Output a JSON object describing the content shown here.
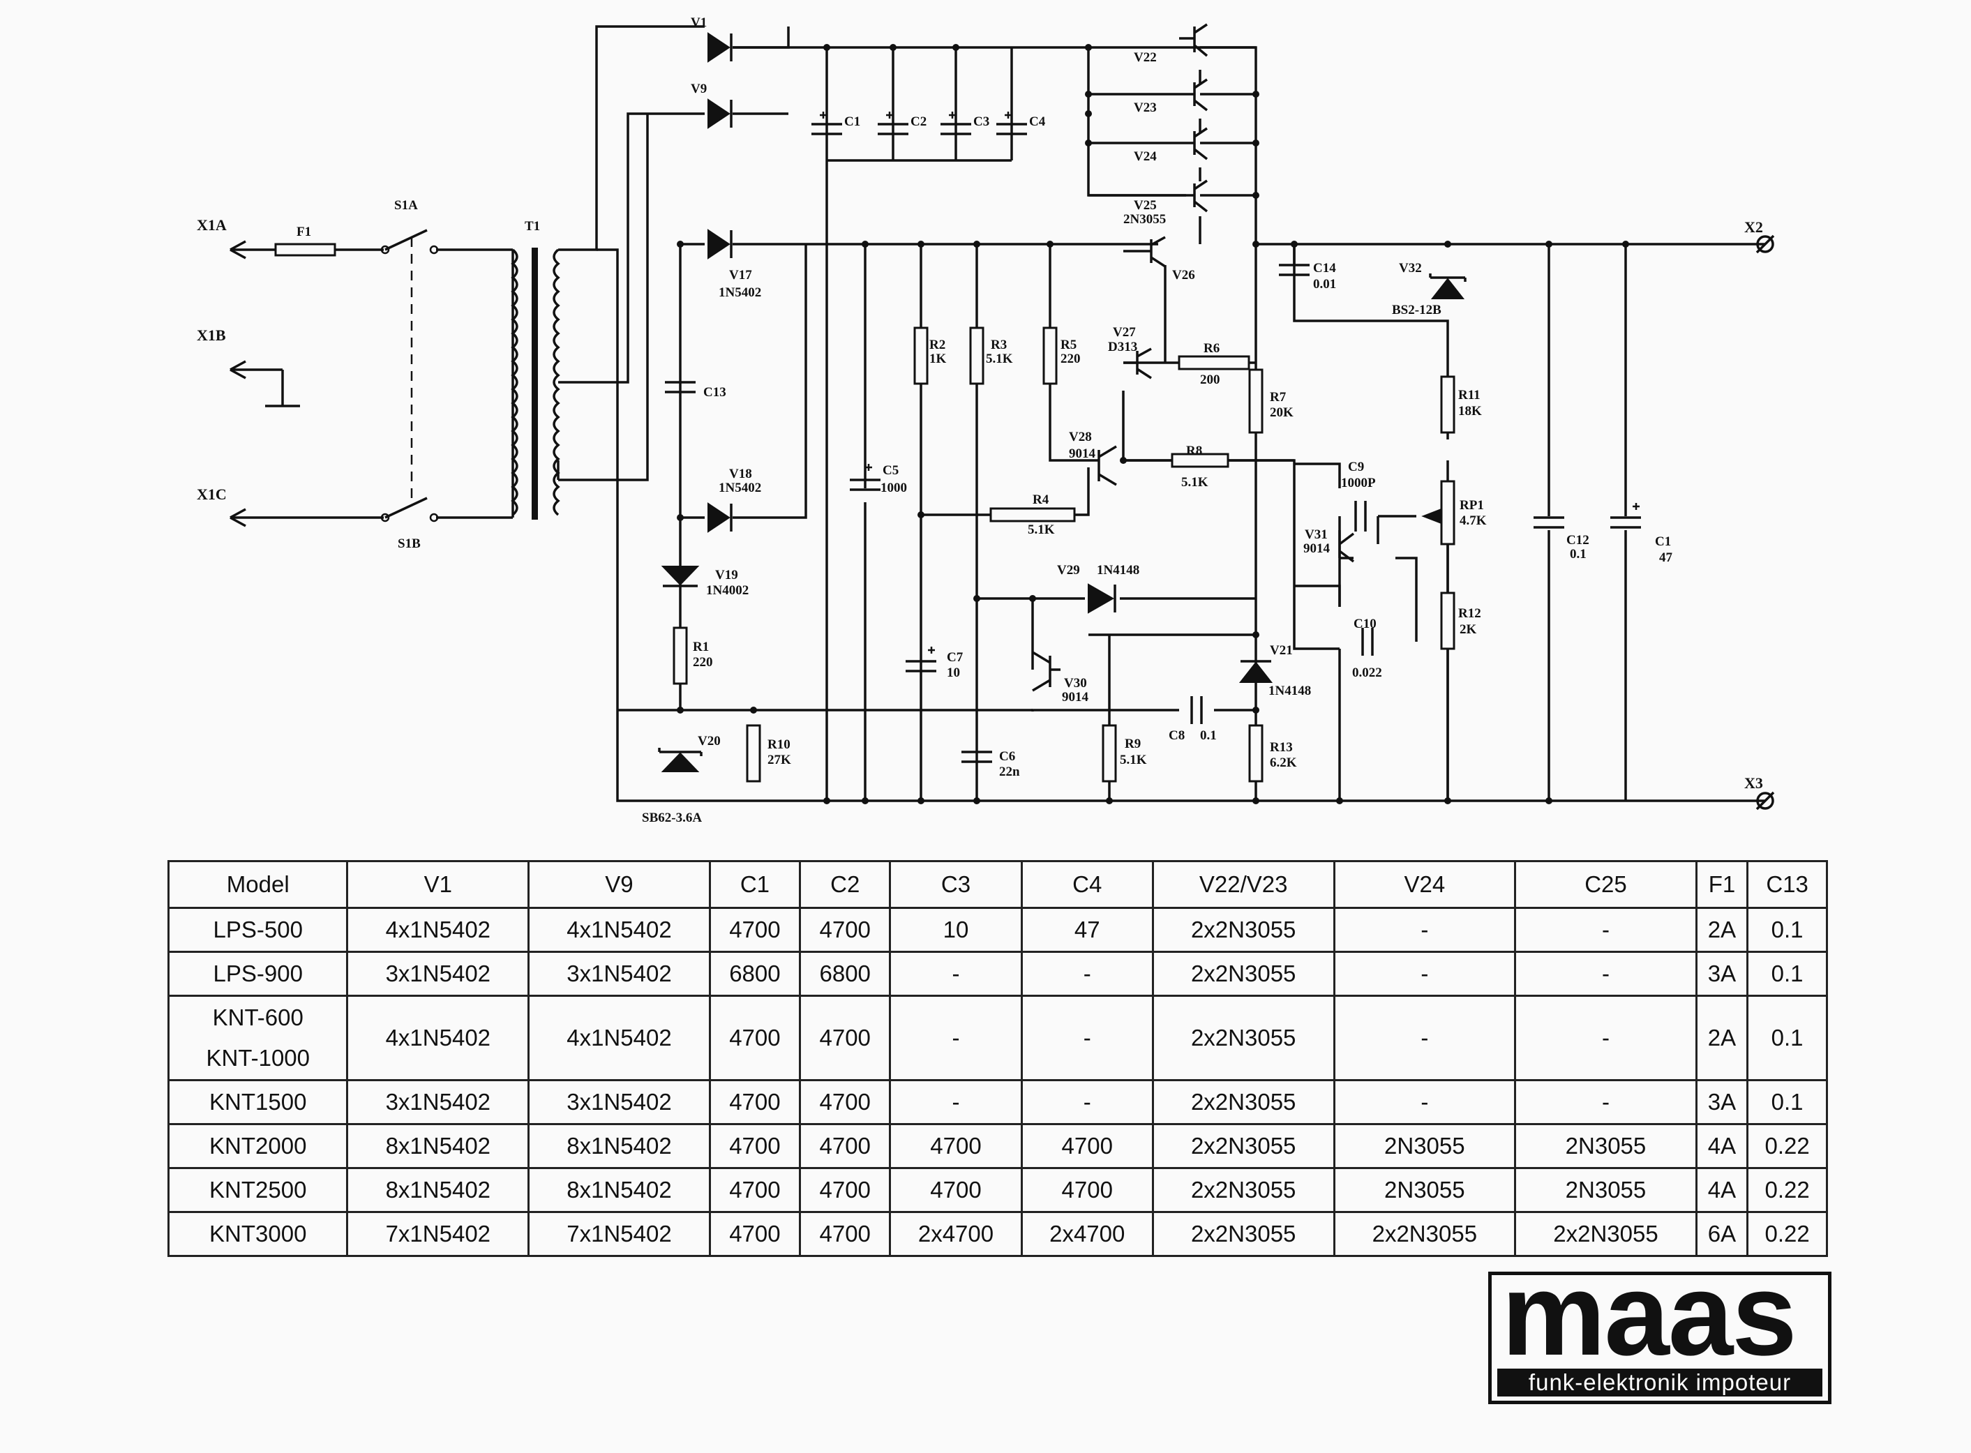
{
  "schematic": {
    "connectors": {
      "x1a": "X1A",
      "x1b": "X1B",
      "x1c": "X1C",
      "x2": "X2",
      "x3": "X3"
    },
    "parts": [
      {
        "id": "f1",
        "label": "F1"
      },
      {
        "id": "s1a",
        "label": "S1A"
      },
      {
        "id": "s1b",
        "label": "S1B"
      },
      {
        "id": "t1",
        "label": "T1"
      },
      {
        "id": "v1",
        "label": "V1"
      },
      {
        "id": "v9",
        "label": "V9"
      },
      {
        "id": "c1",
        "label": "C1"
      },
      {
        "id": "c2",
        "label": "C2"
      },
      {
        "id": "c3",
        "label": "C3"
      },
      {
        "id": "c4",
        "label": "C4"
      },
      {
        "id": "v22",
        "label": "V22"
      },
      {
        "id": "v23",
        "label": "V23"
      },
      {
        "id": "v24",
        "label": "V24"
      },
      {
        "id": "v25",
        "label": "V25",
        "value": "2N3055"
      },
      {
        "id": "v17",
        "label": "V17",
        "value": "1N5402"
      },
      {
        "id": "v26",
        "label": "V26"
      },
      {
        "id": "c13",
        "label": "C13"
      },
      {
        "id": "v18",
        "label": "V18",
        "value": "1N5402"
      },
      {
        "id": "v19",
        "label": "V19",
        "value": "1N4002"
      },
      {
        "id": "r1",
        "label": "R1",
        "value": "220"
      },
      {
        "id": "v20",
        "label": "V20"
      },
      {
        "id": "r10",
        "label": "R10",
        "value": "27K"
      },
      {
        "id": "c5",
        "label": "C5",
        "value": "1000"
      },
      {
        "id": "r2",
        "label": "R2",
        "value": "1K"
      },
      {
        "id": "r3",
        "label": "R3",
        "value": "5.1K"
      },
      {
        "id": "r5",
        "label": "R5",
        "value": "220"
      },
      {
        "id": "v27",
        "label": "V27",
        "value": "D313"
      },
      {
        "id": "r6",
        "label": "R6",
        "value": "200"
      },
      {
        "id": "r7",
        "label": "R7",
        "value": "20K"
      },
      {
        "id": "v28",
        "label": "V28",
        "value": "9014"
      },
      {
        "id": "r8",
        "label": "R8",
        "value": "5.1K"
      },
      {
        "id": "r4",
        "label": "R4",
        "value": "5.1K"
      },
      {
        "id": "c7",
        "label": "C7",
        "value": "10"
      },
      {
        "id": "c6",
        "label": "C6",
        "value": "22n"
      },
      {
        "id": "v29",
        "label": "V29",
        "value": "1N4148"
      },
      {
        "id": "v30",
        "label": "V30",
        "value": "9014"
      },
      {
        "id": "r9",
        "label": "R9",
        "value": "5.1K"
      },
      {
        "id": "c8",
        "label": "C8",
        "value": "0.1"
      },
      {
        "id": "v21",
        "label": "V21",
        "value": "1N4148"
      },
      {
        "id": "r13",
        "label": "R13",
        "value": "6.2K"
      },
      {
        "id": "c14",
        "label": "C14",
        "value": "0.01"
      },
      {
        "id": "v32",
        "label": "V32",
        "value": "BS2-12B"
      },
      {
        "id": "c9",
        "label": "C9",
        "value": "1000P"
      },
      {
        "id": "v31",
        "label": "V31",
        "value": "9014"
      },
      {
        "id": "c10",
        "label": "C10",
        "value": "0.022"
      },
      {
        "id": "r11",
        "label": "R11",
        "value": "18K"
      },
      {
        "id": "rp1",
        "label": "RP1",
        "value": "4.7K"
      },
      {
        "id": "r12",
        "label": "R12",
        "value": "2K"
      },
      {
        "id": "c12",
        "label": "C12",
        "value": "0.1"
      },
      {
        "id": "c1out",
        "label": "C1",
        "value": "47"
      }
    ],
    "footnote": "SB62-3.6A"
  },
  "table": {
    "headers": [
      "Model",
      "V1",
      "V9",
      "C1",
      "C2",
      "C3",
      "C4",
      "V22/V23",
      "V24",
      "C25",
      "F1",
      "C13"
    ],
    "rows": [
      {
        "model": [
          "LPS-500"
        ],
        "cells": [
          "4x1N5402",
          "4x1N5402",
          "4700",
          "4700",
          "10",
          "47",
          "2x2N3055",
          "-",
          "-",
          "2A",
          "0.1"
        ]
      },
      {
        "model": [
          "LPS-900"
        ],
        "cells": [
          "3x1N5402",
          "3x1N5402",
          "6800",
          "6800",
          "-",
          "-",
          "2x2N3055",
          "-",
          "-",
          "3A",
          "0.1"
        ]
      },
      {
        "model": [
          "KNT-600",
          "KNT-1000"
        ],
        "cells": [
          "4x1N5402",
          "4x1N5402",
          "4700",
          "4700",
          "-",
          "-",
          "2x2N3055",
          "-",
          "-",
          "2A",
          "0.1"
        ]
      },
      {
        "model": [
          "KNT1500"
        ],
        "cells": [
          "3x1N5402",
          "3x1N5402",
          "4700",
          "4700",
          "-",
          "-",
          "2x2N3055",
          "-",
          "-",
          "3A",
          "0.1"
        ]
      },
      {
        "model": [
          "KNT2000"
        ],
        "cells": [
          "8x1N5402",
          "8x1N5402",
          "4700",
          "4700",
          "4700",
          "4700",
          "2x2N3055",
          "2N3055",
          "2N3055",
          "4A",
          "0.22"
        ]
      },
      {
        "model": [
          "KNT2500"
        ],
        "cells": [
          "8x1N5402",
          "8x1N5402",
          "4700",
          "4700",
          "4700",
          "4700",
          "2x2N3055",
          "2N3055",
          "2N3055",
          "4A",
          "0.22"
        ]
      },
      {
        "model": [
          "KNT3000"
        ],
        "cells": [
          "7x1N5402",
          "7x1N5402",
          "4700",
          "4700",
          "2x4700",
          "2x4700",
          "2x2N3055",
          "2x2N3055",
          "2x2N3055",
          "6A",
          "0.22"
        ]
      }
    ]
  },
  "logo": {
    "word": "maas",
    "tagline": "funk-elektronik impoteur"
  }
}
